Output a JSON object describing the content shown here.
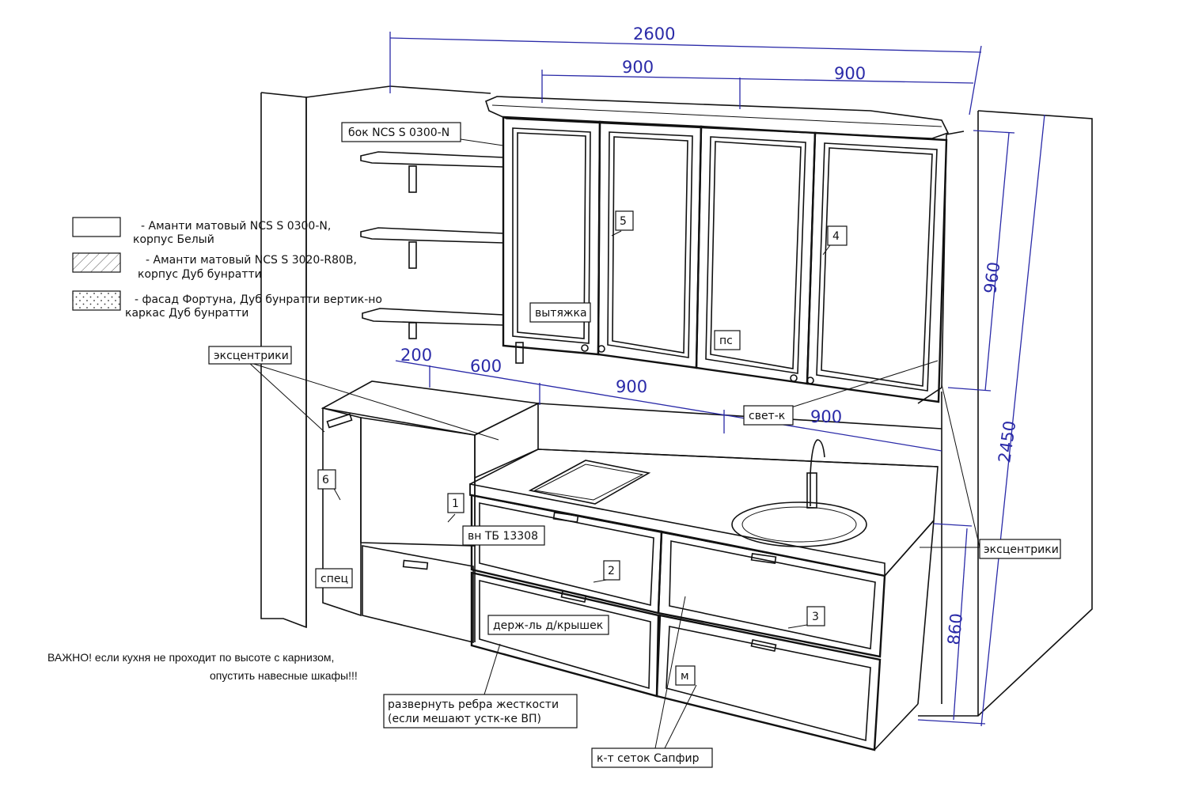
{
  "dimensions": {
    "overall_width": "2600",
    "upper_left": "900",
    "upper_right": "900",
    "upper_height": "960",
    "overall_height": "2450",
    "base_height": "860",
    "tall_depth": "200",
    "tall_width": "600",
    "base_left": "900",
    "base_right": "900"
  },
  "legend": [
    {
      "line1": "- Аманти матовый NCS S 0300-N,",
      "line2": "корпус Белый",
      "pattern": "plain"
    },
    {
      "line1": "- Аманти матовый NCS S 3020-R80B,",
      "line2": "корпус Дуб бунратти",
      "pattern": "hatch"
    },
    {
      "line1": "- фасад Фортуна, Дуб бунратти вертик-но",
      "line2": "каркас Дуб бунратти",
      "pattern": "dots"
    }
  ],
  "labels": {
    "side_panel": "бок NCS S 0300-N",
    "eccentrics_left": "эксцентрики",
    "eccentrics_right": "эксцентрики",
    "hood": "вытяжка",
    "ps": "пс",
    "light": "свет-к",
    "oven": "вн ТБ 13308",
    "spec": "спец",
    "lid_holder": "держ-ль д/крышек",
    "m": "м",
    "ribs_line1": "развернуть ребра жесткости",
    "ribs_line2": "(если мешают устк-ке ВП)",
    "baskets": "к-т сеток Сапфир"
  },
  "item_numbers": {
    "n1": "1",
    "n2": "2",
    "n3": "3",
    "n4": "4",
    "n5": "5",
    "n6": "6"
  },
  "note": {
    "line1": "ВАЖНО! если кухня не проходит по высоте с карнизом,",
    "line2": "опустить навесные шкафы!!!"
  },
  "colors": {
    "outline": "#111111",
    "dimension": "#2a2aa8",
    "background": "#ffffff"
  }
}
